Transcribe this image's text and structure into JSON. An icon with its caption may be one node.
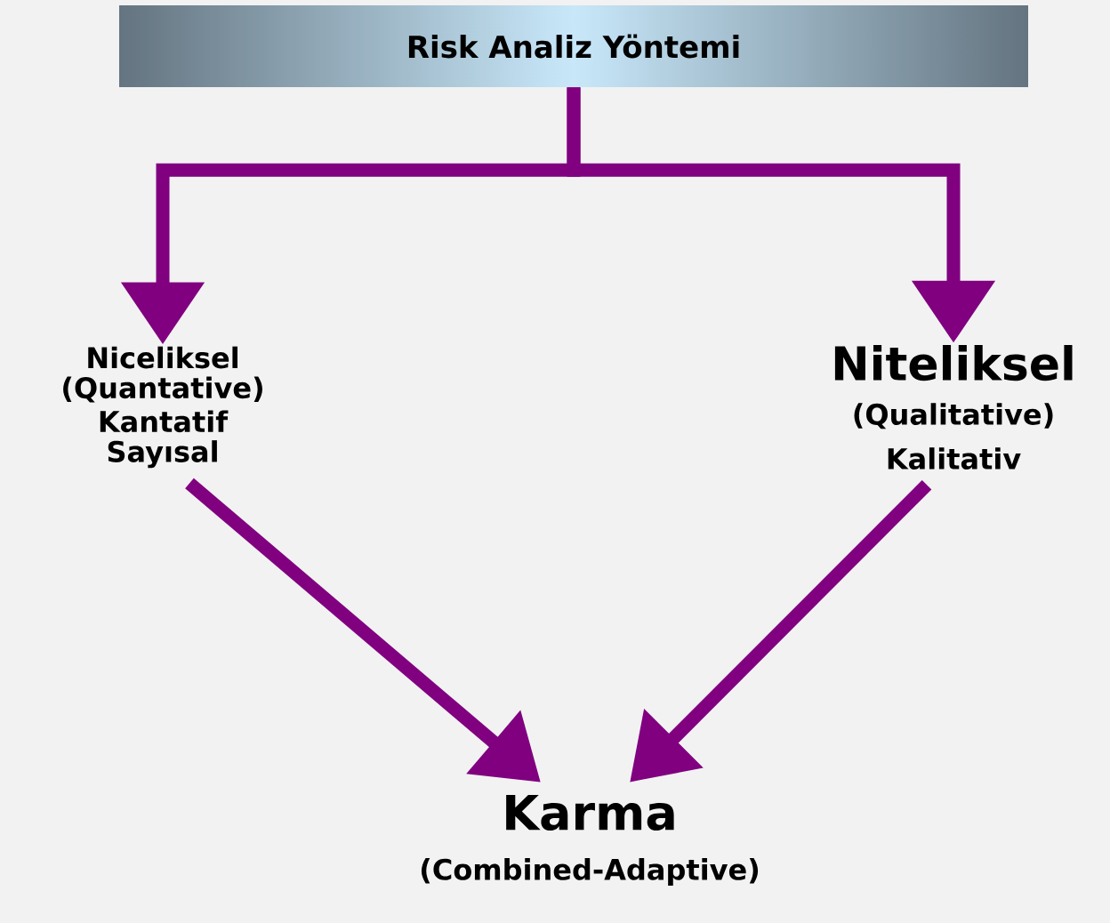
{
  "diagram": {
    "nodes": [
      {
        "text": [
          "Risk Analiz Yöntemi"
        ]
      },
      {
        "text": [
          "Niceliksel",
          "(Quantative)",
          "Kantatif",
          "Sayısal"
        ]
      },
      {
        "text": [
          "Niteliksel",
          "(Qualitative)",
          "Kalitativ"
        ]
      },
      {
        "text": [
          "Karma",
          "(Combined-Adaptive)"
        ]
      }
    ],
    "edges": [
      {
        "from": 0,
        "to": 1,
        "arrow": "to"
      },
      {
        "from": 0,
        "to": 2,
        "arrow": "to"
      },
      {
        "from": 1,
        "to": 3,
        "arrow": "to"
      },
      {
        "from": 2,
        "to": 3,
        "arrow": "to"
      }
    ]
  }
}
